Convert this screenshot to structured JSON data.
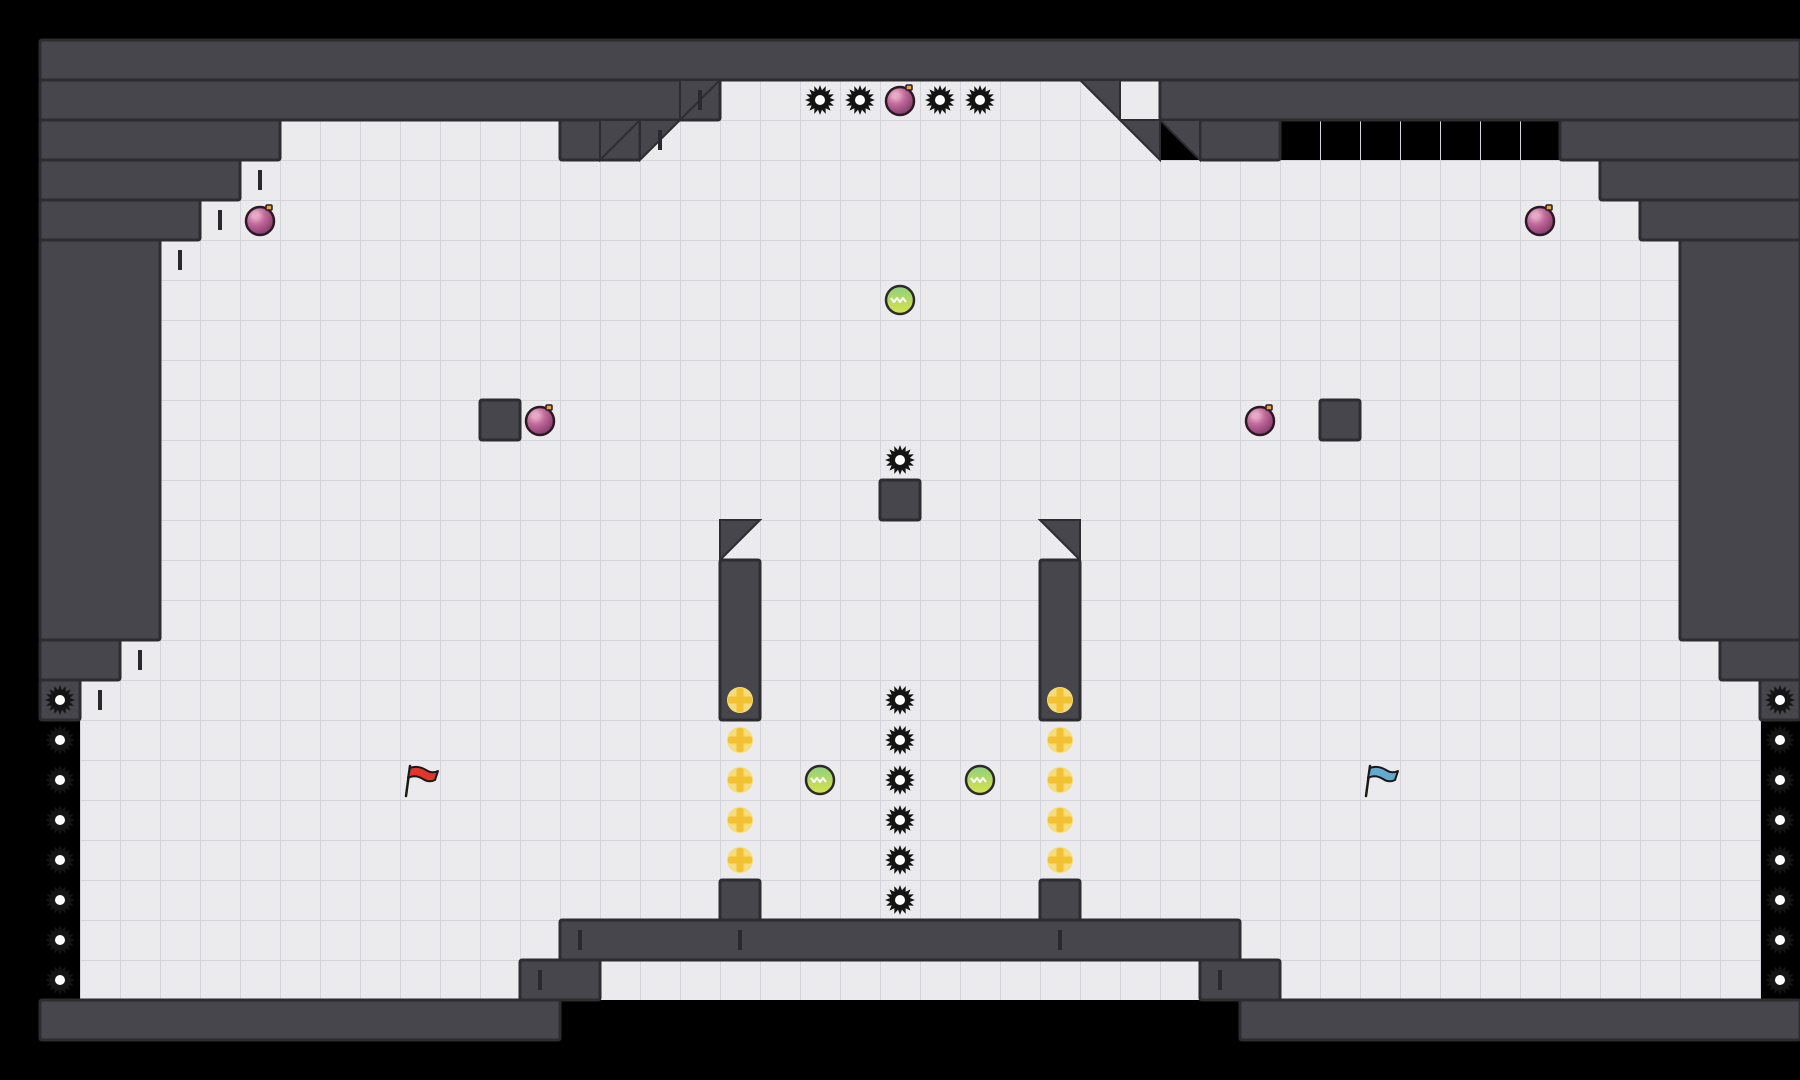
{
  "game": {
    "grid": {
      "cols": 44,
      "rows": 24
    },
    "colors": {
      "background": "#000000",
      "floor": "#ebebee",
      "floor_grid": "#d4d4da",
      "wall": "#46464c",
      "wall_edge": "#2c2c31",
      "wall_notch": "#2a2a2e",
      "bomb": "#a0507e",
      "bomb_highlight": "#e6a8c2",
      "shield_pickup": "#7fc46a",
      "shield_pickup_rim": "#dfe64e",
      "boost_pad": "#f2c232",
      "team_red": "#e2362a",
      "team_blue": "#62aacf",
      "spike": "#141414"
    },
    "walls": [
      [
        0,
        0,
        44,
        1
      ],
      [
        0,
        1,
        17,
        1
      ],
      [
        28,
        1,
        16,
        1
      ],
      [
        0,
        2,
        6,
        1
      ],
      [
        13,
        2,
        2,
        1
      ],
      [
        29,
        2,
        2,
        1
      ],
      [
        38,
        2,
        6,
        1
      ],
      [
        0,
        3,
        5,
        1
      ],
      [
        39,
        3,
        5,
        1
      ],
      [
        0,
        4,
        4,
        1
      ],
      [
        40,
        4,
        4,
        1
      ],
      [
        0,
        5,
        3,
        10
      ],
      [
        41,
        5,
        3,
        10
      ],
      [
        0,
        15,
        2,
        1
      ],
      [
        42,
        15,
        2,
        1
      ],
      [
        0,
        16,
        1,
        1
      ],
      [
        43,
        16,
        1,
        1
      ],
      [
        11,
        9,
        1,
        1
      ],
      [
        32,
        9,
        1,
        1
      ],
      [
        21,
        11,
        1,
        1
      ],
      [
        17,
        13,
        1,
        4
      ],
      [
        25,
        13,
        1,
        4
      ],
      [
        17,
        21,
        1,
        1
      ],
      [
        25,
        21,
        1,
        1
      ],
      [
        13,
        22,
        17,
        1
      ],
      [
        12,
        23,
        2,
        1
      ],
      [
        29,
        23,
        2,
        1
      ],
      [
        0,
        24,
        13,
        1
      ],
      [
        30,
        24,
        14,
        1
      ]
    ],
    "wall_slopes": [
      [
        14,
        2,
        "ne"
      ],
      [
        15,
        2,
        "ne"
      ],
      [
        16,
        1,
        "ne"
      ],
      [
        27,
        2,
        "nw"
      ],
      [
        28,
        2,
        "nw"
      ],
      [
        26,
        1,
        "nw"
      ],
      [
        17,
        12,
        "ne"
      ],
      [
        25,
        12,
        "nw"
      ]
    ],
    "spikes": [
      [
        19,
        1
      ],
      [
        20,
        1
      ],
      [
        22,
        1
      ],
      [
        23,
        1
      ],
      [
        21,
        10
      ],
      [
        21,
        16
      ],
      [
        21,
        17
      ],
      [
        21,
        18
      ],
      [
        21,
        19
      ],
      [
        21,
        20
      ],
      [
        21,
        21
      ],
      [
        0,
        16
      ],
      [
        0,
        17
      ],
      [
        0,
        18
      ],
      [
        0,
        19
      ],
      [
        0,
        20
      ],
      [
        0,
        21
      ],
      [
        0,
        22
      ],
      [
        0,
        23
      ],
      [
        43,
        16
      ],
      [
        43,
        17
      ],
      [
        43,
        18
      ],
      [
        43,
        19
      ],
      [
        43,
        20
      ],
      [
        43,
        21
      ],
      [
        43,
        22
      ],
      [
        43,
        23
      ]
    ],
    "bombs": [
      [
        21,
        1
      ],
      [
        5,
        4
      ],
      [
        37,
        4
      ],
      [
        12,
        9
      ],
      [
        30,
        9
      ]
    ],
    "shield_pickups": [
      [
        21,
        6
      ],
      [
        19,
        18
      ],
      [
        23,
        18
      ]
    ],
    "boost_pads": [
      [
        17,
        16
      ],
      [
        17,
        17
      ],
      [
        17,
        18
      ],
      [
        17,
        19
      ],
      [
        17,
        20
      ],
      [
        25,
        16
      ],
      [
        25,
        17
      ],
      [
        25,
        18
      ],
      [
        25,
        19
      ],
      [
        25,
        20
      ]
    ],
    "flags": [
      {
        "team": "red",
        "cell": [
          9,
          18
        ]
      },
      {
        "team": "blue",
        "cell": [
          33,
          18
        ]
      }
    ]
  }
}
